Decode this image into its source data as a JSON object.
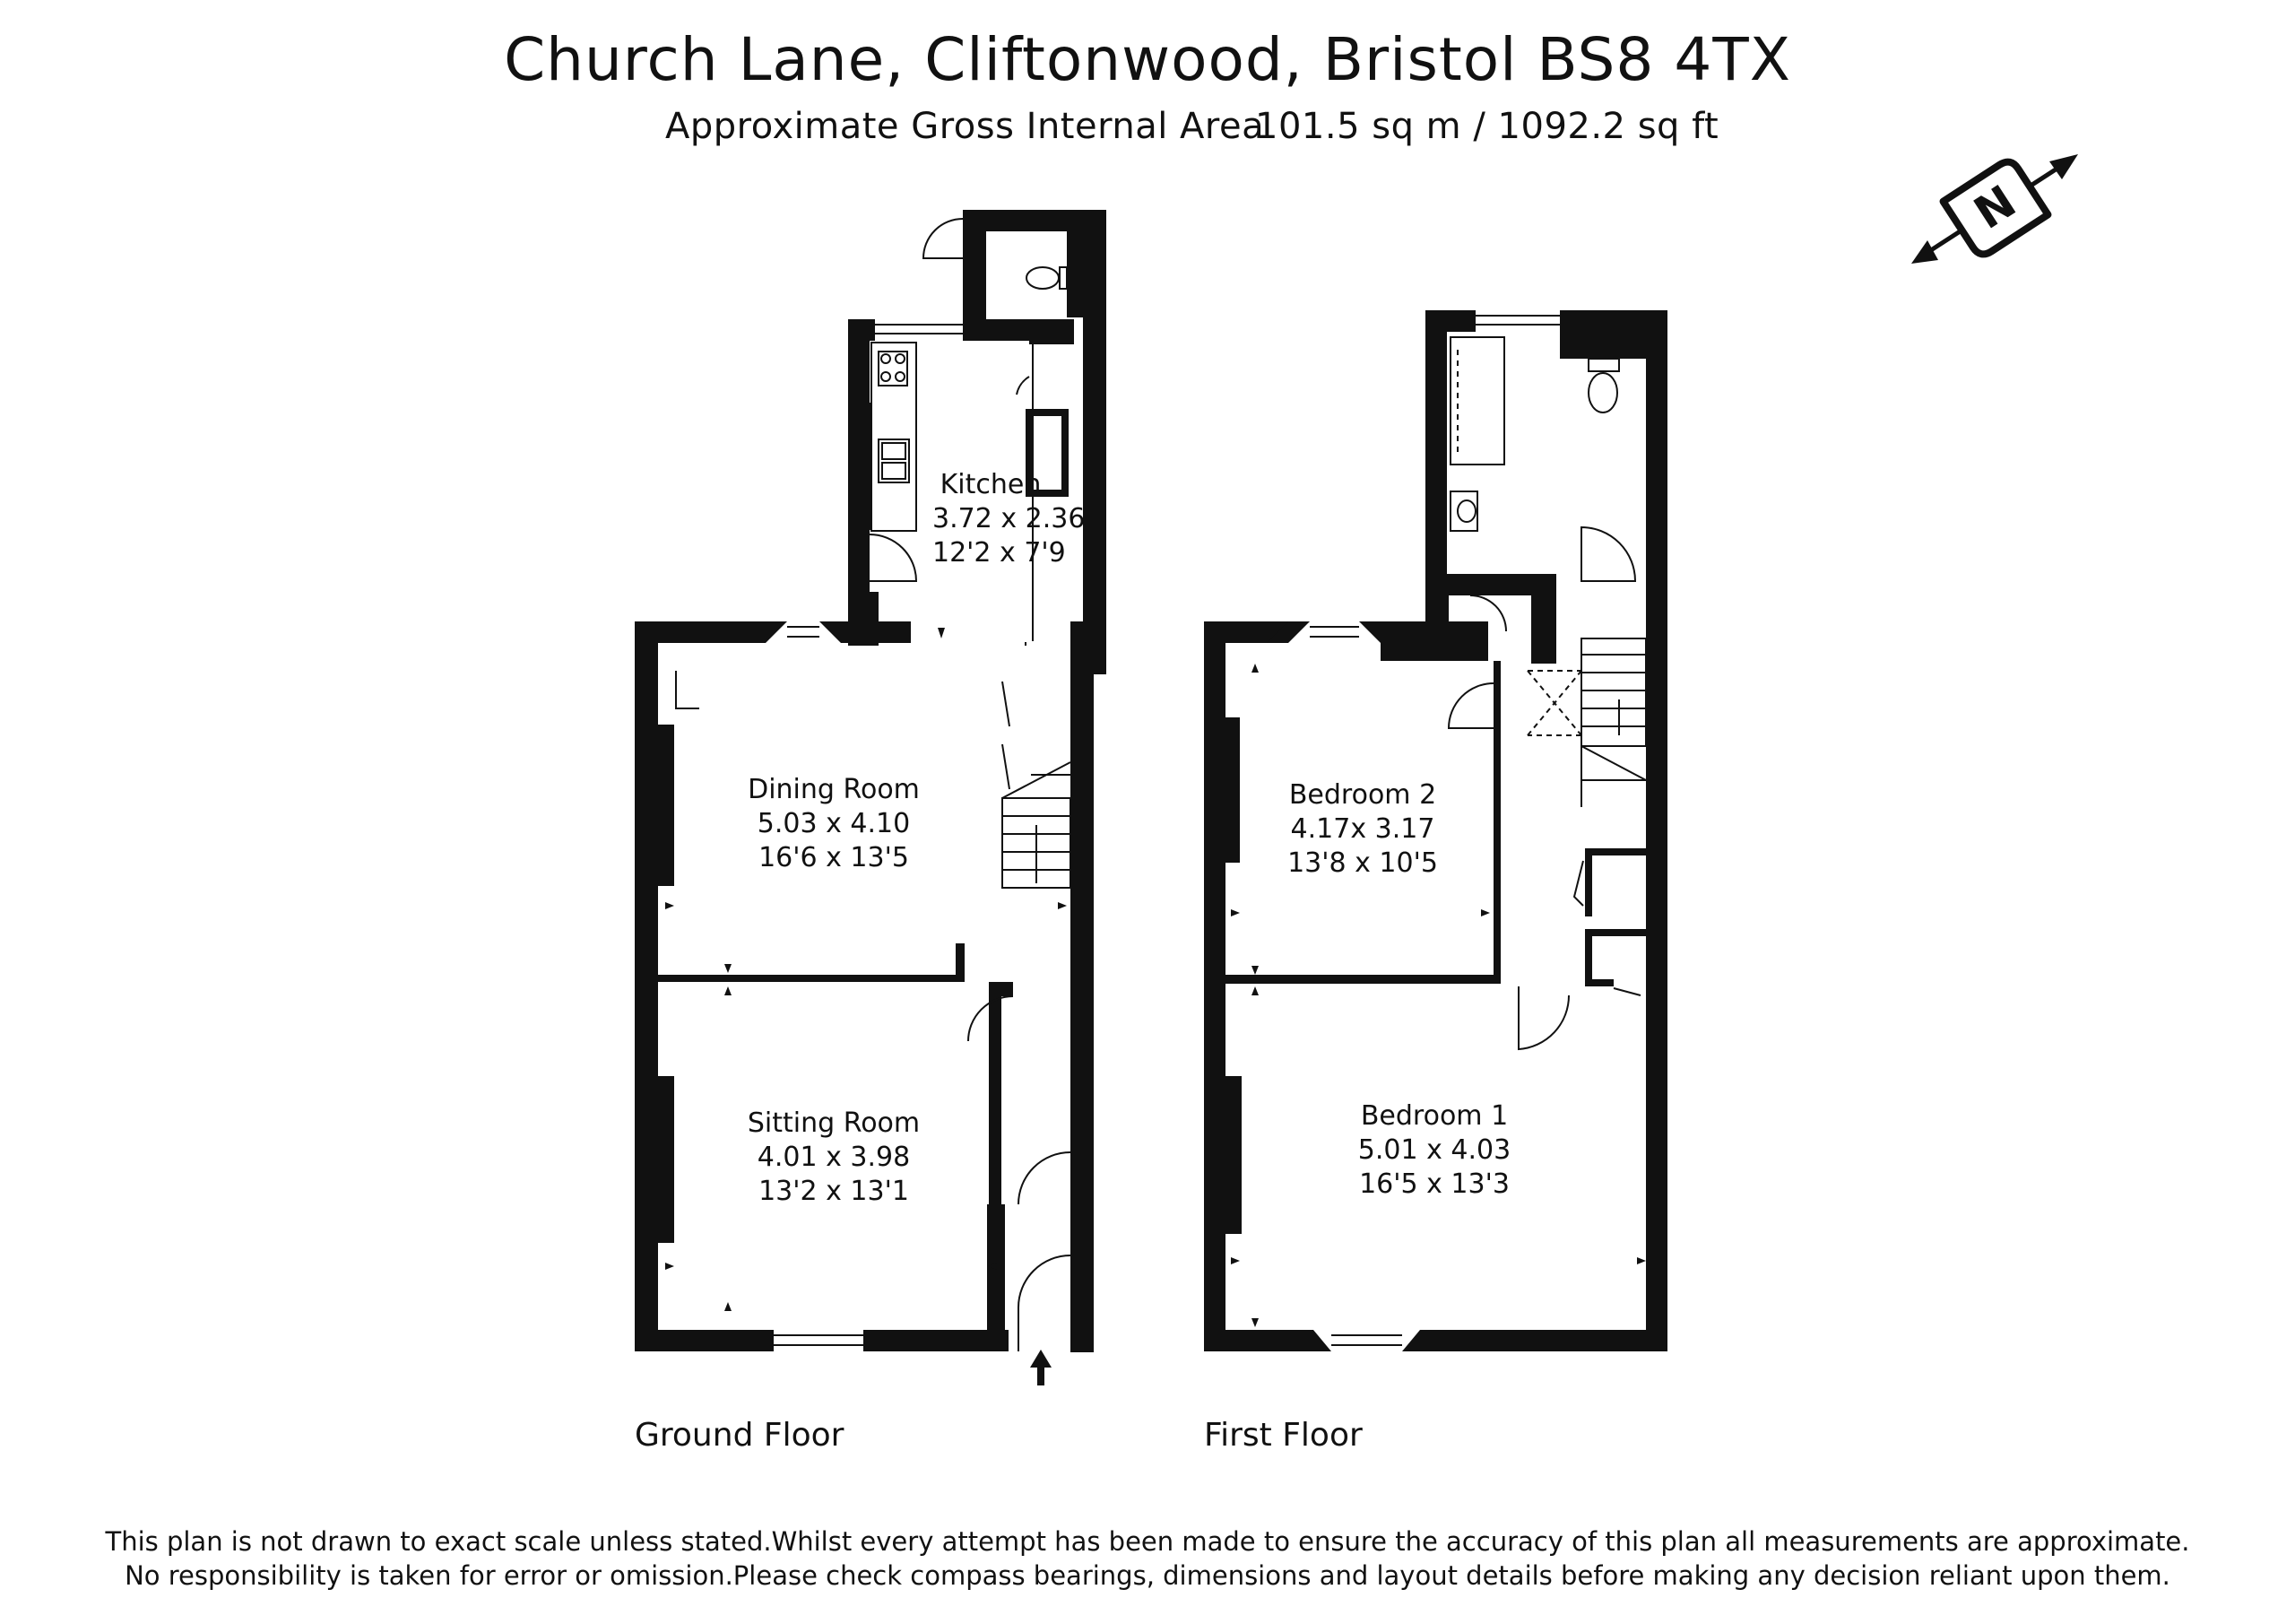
{
  "header": {
    "title": "Church Lane, Cliftonwood, Bristol BS8 4TX",
    "subtitle": "Approximate Gross Internal Area",
    "area": "101.5 sq m / 1092.2 sq ft"
  },
  "compass": {
    "letter": "N",
    "icon": "north-compass-icon"
  },
  "ground_floor": {
    "label": "Ground Floor",
    "rooms": [
      {
        "name": "Kitchen",
        "metric": "3.72 x 2.36",
        "imperial": "12'2 x 7'9"
      },
      {
        "name": "Dining Room",
        "metric": "5.03 x 4.10",
        "imperial": "16'6 x 13'5"
      },
      {
        "name": "Sitting Room",
        "metric": "4.01 x 3.98",
        "imperial": "13'2 x 13'1"
      }
    ]
  },
  "first_floor": {
    "label": "First Floor",
    "rooms": [
      {
        "name": "Bedroom 2",
        "metric": "4.17x 3.17",
        "imperial": "13'8 x 10'5"
      },
      {
        "name": "Bedroom 1",
        "metric": "5.01 x 4.03",
        "imperial": "16'5 x 13'3"
      }
    ]
  },
  "disclaimer": {
    "line1": "This plan is not drawn to exact scale unless stated.Whilst every attempt has been made to ensure the accuracy of this plan all measurements are approximate.",
    "line2": "No responsibility is taken for error or omission.Please check compass bearings, dimensions and layout details before making any decision reliant upon them."
  }
}
